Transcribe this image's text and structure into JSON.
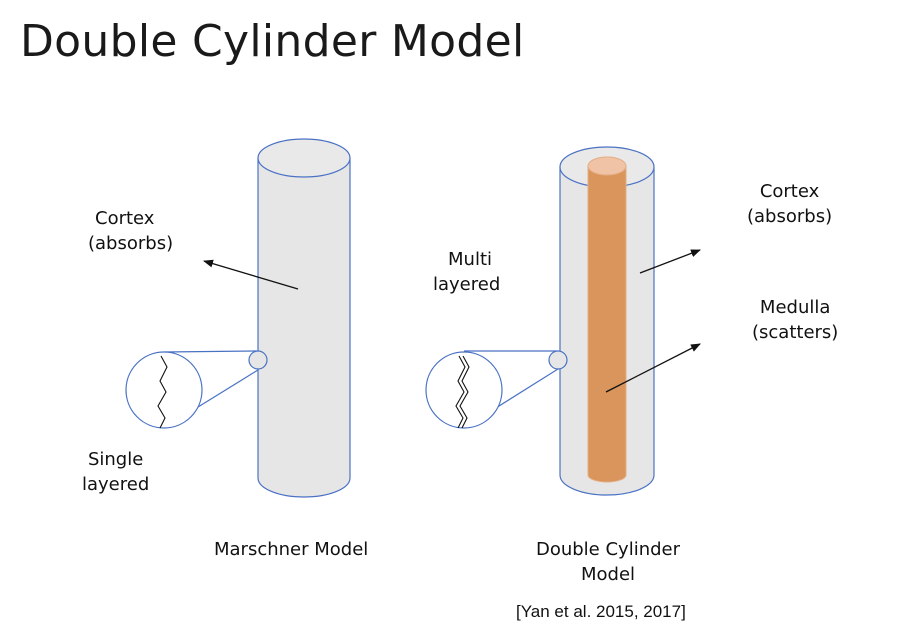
{
  "slide": {
    "title": "Double Cylinder Model"
  },
  "marschner": {
    "cortex_line1": "Cortex",
    "cortex_line2": "(absorbs)",
    "layer_line1": "Single",
    "layer_line2": "layered",
    "caption": "Marschner Model"
  },
  "double_cylinder": {
    "layer_line1": "Multi",
    "layer_line2": "layered",
    "cortex_line1": "Cortex",
    "cortex_line2": "(absorbs)",
    "medulla_line1": "Medulla",
    "medulla_line2": "(scatters)",
    "caption_line1": "Double Cylinder",
    "caption_line2": "Model",
    "citation": "[Yan et al. 2015, 2017]"
  },
  "colors": {
    "cylinder_fill": "#e6e6e6",
    "cylinder_stroke": "#4a72c4",
    "medulla_fill": "#d9955c",
    "medulla_top": "#f0c3a6"
  }
}
